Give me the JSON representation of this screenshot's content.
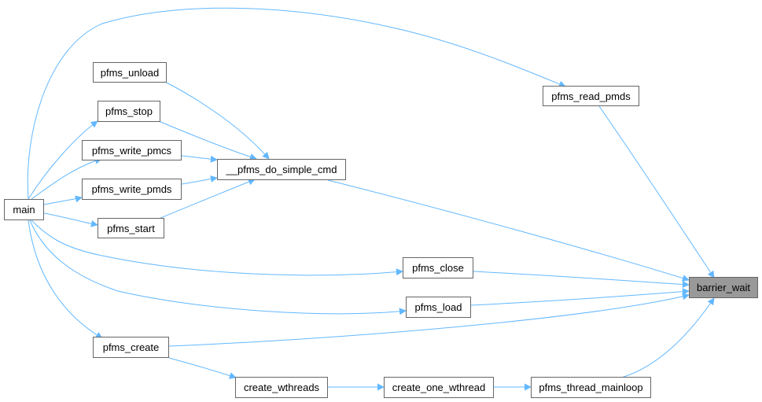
{
  "graph": {
    "title": "barrier_wait caller graph",
    "edge_color": "#63b8ff",
    "node_border_color": "#666666",
    "focus_node_fill": "#999999",
    "nodes": {
      "main": "main",
      "pfms_unload": "pfms_unload",
      "pfms_stop": "pfms_stop",
      "pfms_write_pmcs": "pfms_write_pmcs",
      "pfms_write_pmds": "pfms_write_pmds",
      "pfms_start": "pfms_start",
      "pfms_do_simple_cmd": "__pfms_do_simple_cmd",
      "pfms_read_pmds": "pfms_read_pmds",
      "pfms_close": "pfms_close",
      "pfms_load": "pfms_load",
      "pfms_create": "pfms_create",
      "create_wthreads": "create_wthreads",
      "create_one_wthread": "create_one_wthread",
      "pfms_thread_mainloop": "pfms_thread_mainloop",
      "barrier_wait": "barrier_wait"
    },
    "edges": [
      {
        "from": "main",
        "to": "pfms_read_pmds"
      },
      {
        "from": "main",
        "to": "pfms_stop"
      },
      {
        "from": "main",
        "to": "pfms_write_pmcs"
      },
      {
        "from": "main",
        "to": "pfms_write_pmds"
      },
      {
        "from": "main",
        "to": "pfms_start"
      },
      {
        "from": "main",
        "to": "pfms_close"
      },
      {
        "from": "main",
        "to": "pfms_load"
      },
      {
        "from": "main",
        "to": "pfms_create"
      },
      {
        "from": "pfms_unload",
        "to": "pfms_do_simple_cmd"
      },
      {
        "from": "pfms_stop",
        "to": "pfms_do_simple_cmd"
      },
      {
        "from": "pfms_write_pmcs",
        "to": "pfms_do_simple_cmd"
      },
      {
        "from": "pfms_write_pmds",
        "to": "pfms_do_simple_cmd"
      },
      {
        "from": "pfms_start",
        "to": "pfms_do_simple_cmd"
      },
      {
        "from": "pfms_do_simple_cmd",
        "to": "barrier_wait"
      },
      {
        "from": "pfms_read_pmds",
        "to": "barrier_wait"
      },
      {
        "from": "pfms_close",
        "to": "barrier_wait"
      },
      {
        "from": "pfms_load",
        "to": "barrier_wait"
      },
      {
        "from": "pfms_create",
        "to": "barrier_wait"
      },
      {
        "from": "pfms_create",
        "to": "create_wthreads"
      },
      {
        "from": "create_wthreads",
        "to": "create_one_wthread"
      },
      {
        "from": "create_one_wthread",
        "to": "pfms_thread_mainloop"
      },
      {
        "from": "pfms_thread_mainloop",
        "to": "barrier_wait"
      }
    ]
  }
}
